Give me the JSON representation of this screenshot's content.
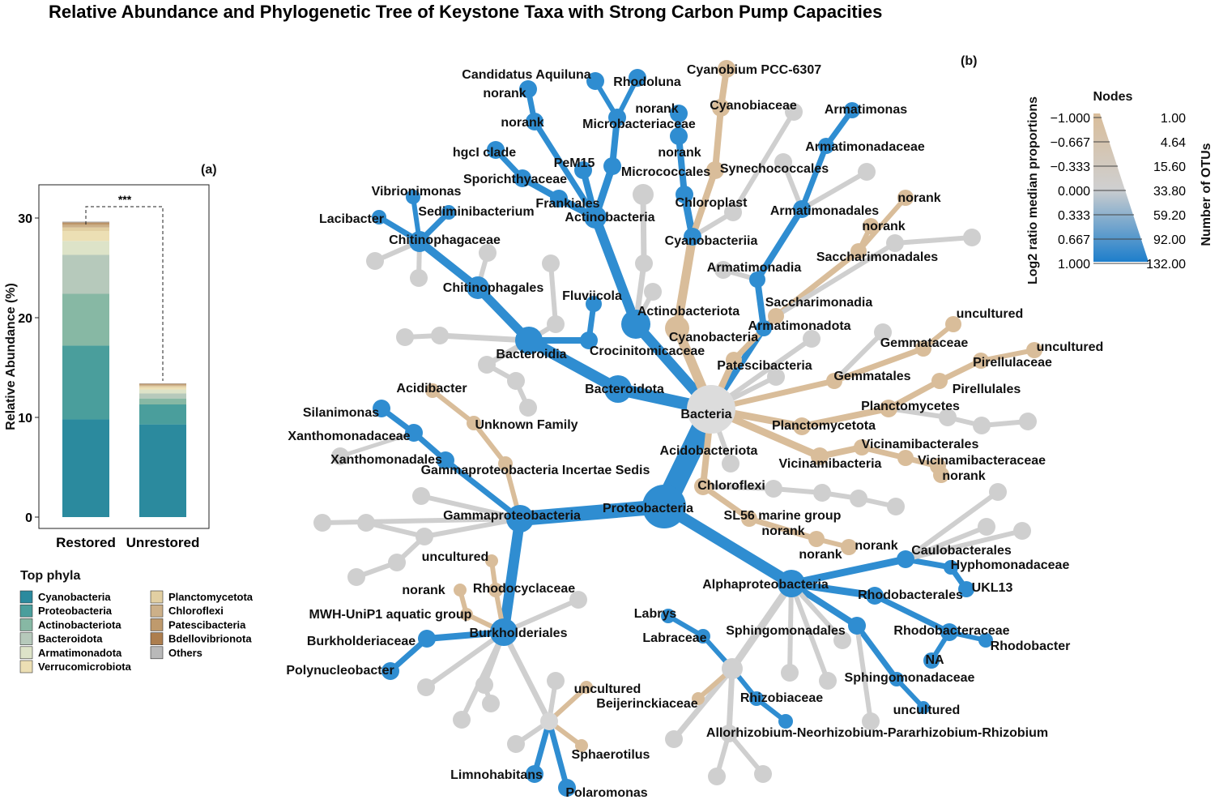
{
  "title": "Relative Abundance and Phylogenetic Tree of Keystone Taxa with Strong Carbon Pump Capacities",
  "colors": {
    "blue": "#2f8dd1",
    "tan": "#d9bd9a",
    "gray": "#cfcfcf",
    "tree_center": "#dcdcdc"
  },
  "chart_data": [
    {
      "type": "bar",
      "panel_label": "(a)",
      "stacked": true,
      "categories": [
        "Restored",
        "Unrestored"
      ],
      "ylabel": "Relative Abundance (%)",
      "xlabel": "",
      "ylim": [
        0,
        33
      ],
      "yticks": [
        0,
        10,
        20,
        30
      ],
      "significance": "***",
      "legend_title": "Top phyla",
      "series": [
        {
          "name": "Cyanobacteria",
          "color": "#2b8a9e",
          "values": [
            9.8,
            9.3
          ]
        },
        {
          "name": "Proteobacteria",
          "color": "#4a9e9c",
          "values": [
            7.4,
            2.0
          ]
        },
        {
          "name": "Actinobacteriota",
          "color": "#87b8a4",
          "values": [
            5.2,
            0.6
          ]
        },
        {
          "name": "Bacteroidota",
          "color": "#b6c9bb",
          "values": [
            3.9,
            0.5
          ]
        },
        {
          "name": "Armatimonadota",
          "color": "#dde3c8",
          "values": [
            1.4,
            0.4
          ]
        },
        {
          "name": "Verrucomicrobiota",
          "color": "#ecdfb4",
          "values": [
            1.0,
            0.2
          ]
        },
        {
          "name": "Planctomycetota",
          "color": "#e2cfa2",
          "values": [
            0.35,
            0.15
          ]
        },
        {
          "name": "Chloroflexi",
          "color": "#ccb089",
          "values": [
            0.25,
            0.1
          ]
        },
        {
          "name": "Patescibacteria",
          "color": "#bf9a6d",
          "values": [
            0.15,
            0.07
          ]
        },
        {
          "name": "Bdellovibrionota",
          "color": "#ad7e4e",
          "values": [
            0.1,
            0.05
          ]
        },
        {
          "name": "Others",
          "color": "#b9b9b9",
          "values": [
            0.1,
            0.05
          ]
        }
      ]
    },
    {
      "type": "tree",
      "panel_label": "(b)",
      "legend_title": "Nodes",
      "color_scale_label": "Log2 ratio median proportions",
      "color_ticks": [
        "−1.000",
        "−0.667",
        "−0.333",
        "0.000",
        "0.333",
        "0.667",
        "1.000"
      ],
      "size_scale_label": "Number of OTUs",
      "size_ticks": [
        "1.00",
        "4.64",
        "15.60",
        "33.80",
        "59.20",
        "92.00",
        "132.00"
      ],
      "taxa": [
        "Bacteria",
        "Proteobacteria",
        "Gammaproteobacteria",
        "Alphaproteobacteria",
        "Burkholderiales",
        "Burkholderiaceae",
        "Polynucleobacter",
        "Rhodocyclaceae",
        "MWH-UniP1 aquatic group",
        "norank",
        "uncultured",
        "Limnohabitans",
        "Polaromonas",
        "Sphaerotilus",
        "Beijerinckiaceae",
        "Xanthomonadales",
        "Xanthomonadaceae",
        "Silanimonas",
        "Gammaproteobacteria Incertae Sedis",
        "Unknown Family",
        "Acidibacter",
        "Caulobacterales",
        "Hyphomonadaceae",
        "UKL13",
        "Rhodobacterales",
        "Rhodobacteraceae",
        "Rhodobacter",
        "NA",
        "Sphingomonadales",
        "Sphingomonadaceae",
        "Rhizobiaceae",
        "Allorhizobium-Neorhizobium-Pararhizobium-Rhizobium",
        "Labrys",
        "Labraceae",
        "Bacteroidota",
        "Bacteroidia",
        "Chitinophagales",
        "Chitinophagaceae",
        "Lacibacter",
        "Sediminibacterium",
        "Vibrionimonas",
        "Crocinitomicaceae",
        "Fluviicola",
        "Actinobacteriota",
        "Actinobacteria",
        "Frankiales",
        "Sporichthyaceae",
        "hgcI clade",
        "PeM15",
        "Microbacteriaceae",
        "Candidatus Aquiluna",
        "Rhodoluna",
        "Micrococcales",
        "Cyanobacteria",
        "Cyanobacteriia",
        "Chloroplast",
        "Synechococcales",
        "Cyanobiaceae",
        "Cyanobium PCC-6307",
        "Armatimonadota",
        "Armatimonadia",
        "Armatimonadales",
        "Armatimonadaceae",
        "Armatimonas",
        "Patescibacteria",
        "Saccharimonadia",
        "Saccharimonadales",
        "Gemmatales",
        "Gemmataceae",
        "Planctomycetota",
        "Planctomycetes",
        "Pirellulales",
        "Pirellulaceae",
        "Acidobacteriota",
        "Vicinamibacteria",
        "Vicinamibacterales",
        "Vicinamibacteraceae",
        "Chloroflexi",
        "SL56 marine group"
      ]
    }
  ]
}
